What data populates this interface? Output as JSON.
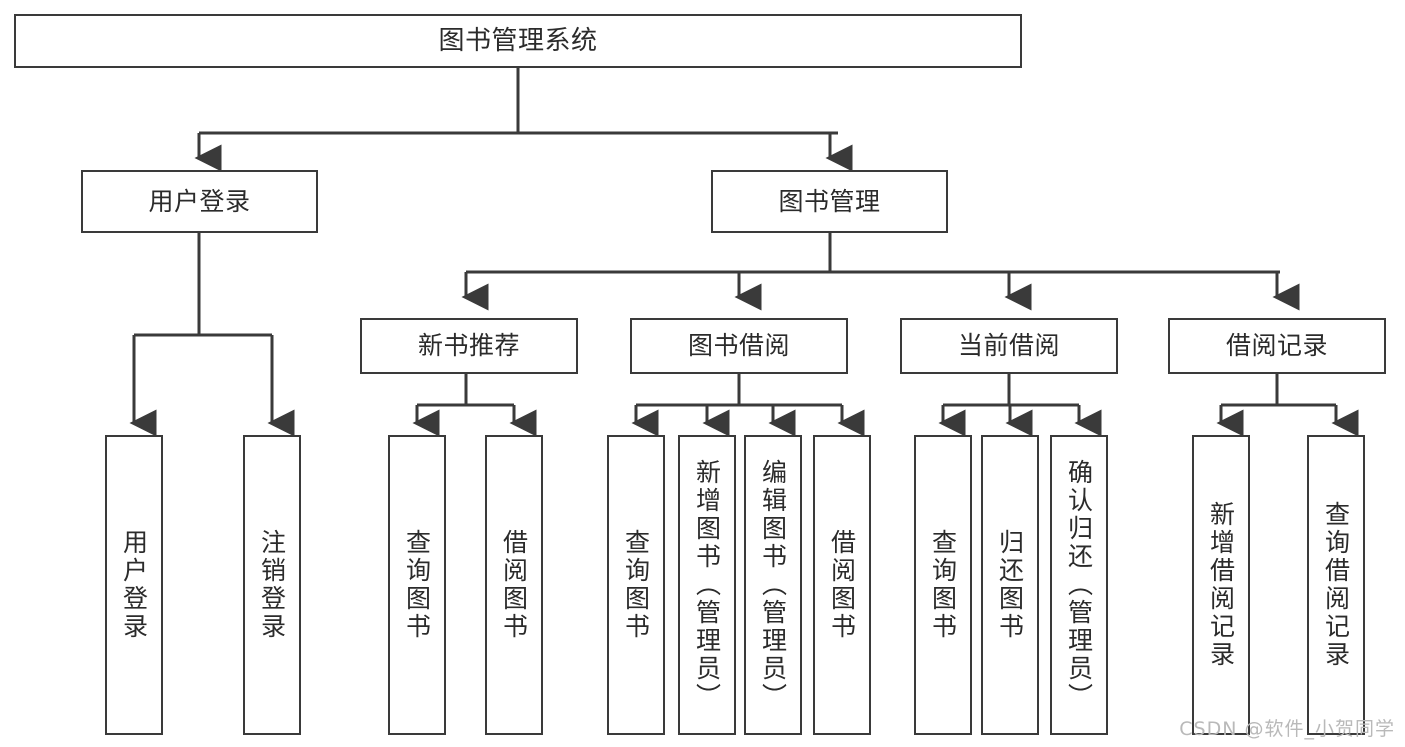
{
  "diagram": {
    "title": "图书管理系统",
    "watermark": "CSDN @软件_小贺同学",
    "stroke_color": "#3a3a3a",
    "text_color": "#2b2b2b",
    "background": "#ffffff"
  },
  "nodes": {
    "root": {
      "label": "图书管理系统"
    },
    "level2": [
      {
        "label": "用户登录"
      },
      {
        "label": "图书管理"
      }
    ],
    "level3": [
      {
        "label": "新书推荐"
      },
      {
        "label": "图书借阅"
      },
      {
        "label": "当前借阅"
      },
      {
        "label": "借阅记录"
      }
    ],
    "leaves": {
      "user_login": [
        {
          "label": "用户登录"
        },
        {
          "label": "注销登录"
        }
      ],
      "new_book": [
        {
          "label": "查询图书"
        },
        {
          "label": "借阅图书"
        }
      ],
      "borrow": [
        {
          "label": "查询图书"
        },
        {
          "label": "新增图书（管理员）"
        },
        {
          "label": "编辑图书（管理员）"
        },
        {
          "label": "借阅图书"
        }
      ],
      "current": [
        {
          "label": "查询图书"
        },
        {
          "label": "归还图书"
        },
        {
          "label": "确认归还（管理员）"
        }
      ],
      "records": [
        {
          "label": "新增借阅记录"
        },
        {
          "label": "查询借阅记录"
        }
      ]
    }
  }
}
